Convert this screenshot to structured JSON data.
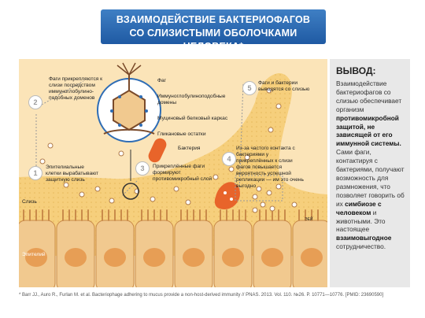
{
  "title": {
    "line1": "ВЗАИМОДЕЙСТВИЕ БАКТЕРИОФАГОВ",
    "line2": "СО СЛИЗИСТЫМИ ОБОЛОЧКАМИ ЧЕЛОВЕКА*"
  },
  "steps": {
    "s1": {
      "num": "1",
      "text": "Эпителиальные клетки вырабатывают защитную слизь"
    },
    "s2": {
      "num": "2",
      "text": "Фаги прикрепляются к слизи посредством иммуноглобулино-подобных доменов"
    },
    "s3": {
      "num": "3",
      "text": "Прикреплённые фаги формируют противомикробный слой"
    },
    "s4": {
      "num": "4",
      "text": "Из-за частого контакта с бактериями у прикреплённых к слизи фагов повышается вероятность успешной репликации — им это очень выгодно"
    },
    "s5": {
      "num": "5",
      "text": "Фаги и бактерии выводятся со слизью"
    }
  },
  "labels": {
    "phage": "Фаг",
    "ig_domains": "Иммуноглобулиноподобные домены",
    "mucin": "Муциновый белковый каркас",
    "glycan": "Гликановые остатки",
    "bacterium": "Бактерия",
    "mucus": "Слизь",
    "epithelium": "Эпителий",
    "signature": "ЭЕЙ"
  },
  "conclusion": {
    "heading": "ВЫВОД:",
    "p1": "Взаимодействие бактериофагов со слизью обеспечивает организм",
    "b1": "противомикробной защитой,",
    "b2": "не зависящей от его иммунной системы.",
    "p2": "Сами фаги, контактируя с бактериями, получают возможность для размножения, что позволяет говорить об их",
    "b3": "симбиозе с человеком",
    "p3": "и животными. Это настоящее",
    "b4": "взаимовыгодное",
    "p4": "сотрудничество."
  },
  "footnote": "* Barr JJ., Auro R., Furlan M. et al. Bacteriophage adhering to mucus provide a non-host-derived immunity // PNAS. 2013. Vol. 110. №26. P. 10771—10776. [PMID: 23690590]",
  "colors": {
    "title_bg": "#2f6db5",
    "panel_bg": "#fbe4b8",
    "mucus": "#f6cf7c",
    "cell": "#f1c98f",
    "nucleus": "#e79e55",
    "bacterium": "#e8642a",
    "phage": "#b07b4a"
  }
}
